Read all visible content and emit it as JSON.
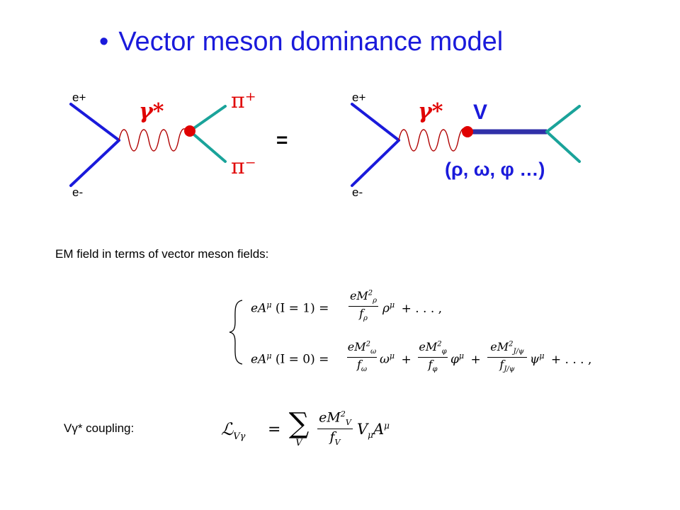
{
  "slide": {
    "title": "Vector meson dominance model",
    "bullet": "•"
  },
  "diagram": {
    "left": {
      "e_plus": "e+",
      "e_minus": "e-",
      "photon": "γ*",
      "pi_plus": "π⁺",
      "pi_minus": "π⁻"
    },
    "equals": "=",
    "right": {
      "e_plus": "e+",
      "e_minus": "e-",
      "photon": "γ*",
      "vector_label": "V",
      "meson_list": "(ρ, ω, φ …)"
    },
    "colors": {
      "electron_line": "#1a1adb",
      "photon_wave": "#b00000",
      "vertex": "#e00000",
      "pion_line": "#1aa39a",
      "vector_line": "#3030a8"
    }
  },
  "em_field": {
    "heading": "EM field in terms of vector meson fields:",
    "eq1": {
      "lhs": "eA",
      "lhs_sup": "μ",
      "lhs_arg": "(I = 1) =",
      "num": "eM",
      "num_sup": "2",
      "num_sub": "ρ",
      "den": "f",
      "den_sub": "ρ",
      "rhs": "ρ",
      "rhs_sup": "μ",
      "tail": "+ . . . ,"
    },
    "eq2": {
      "lhs": "eA",
      "lhs_sup": "μ",
      "lhs_arg": "(I = 0) =",
      "t1_num": "eM",
      "t1_sup": "2",
      "t1_sub": "ω",
      "t1_den": "f",
      "t1_den_sub": "ω",
      "t1_field": "ω",
      "t1_field_sup": "μ",
      "plus1": "+",
      "t2_num": "eM",
      "t2_sup": "2",
      "t2_sub": "φ",
      "t2_den": "f",
      "t2_den_sub": "φ",
      "t2_field": "φ",
      "t2_field_sup": "μ",
      "plus2": "+",
      "t3_num": "eM",
      "t3_sup": "2",
      "t3_sub": "J/ψ",
      "t3_den": "f",
      "t3_den_sub": "J/ψ",
      "t3_field": "ψ",
      "t3_field_sup": "μ",
      "tail": "+ . . . ,"
    }
  },
  "coupling": {
    "label": "Vγ* coupling:",
    "L": "ℒ",
    "L_sub": "Vγ",
    "eq": "=",
    "sum": "∑",
    "sum_sub": "V",
    "num": "eM",
    "num_sup": "2",
    "num_sub": "V",
    "den": "f",
    "den_sub": "V",
    "tail_V": "V",
    "tail_V_sub": "μ",
    "tail_A": "A",
    "tail_A_sup": "μ"
  }
}
